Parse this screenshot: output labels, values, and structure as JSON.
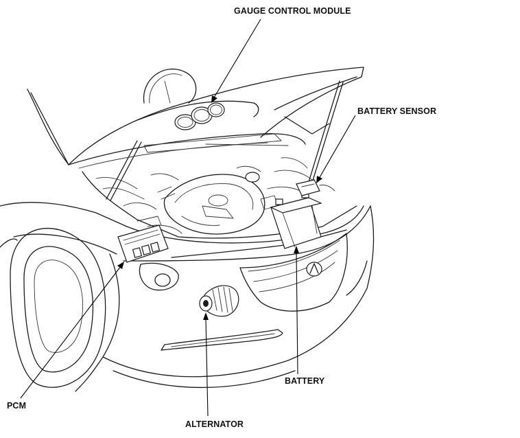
{
  "labels": {
    "gauge_control_module": "GAUGE CONTROL MODULE",
    "battery_sensor": "BATTERY SENSOR",
    "pcm": "PCM",
    "battery": "BATTERY",
    "alternator": "ALTERNATOR"
  }
}
